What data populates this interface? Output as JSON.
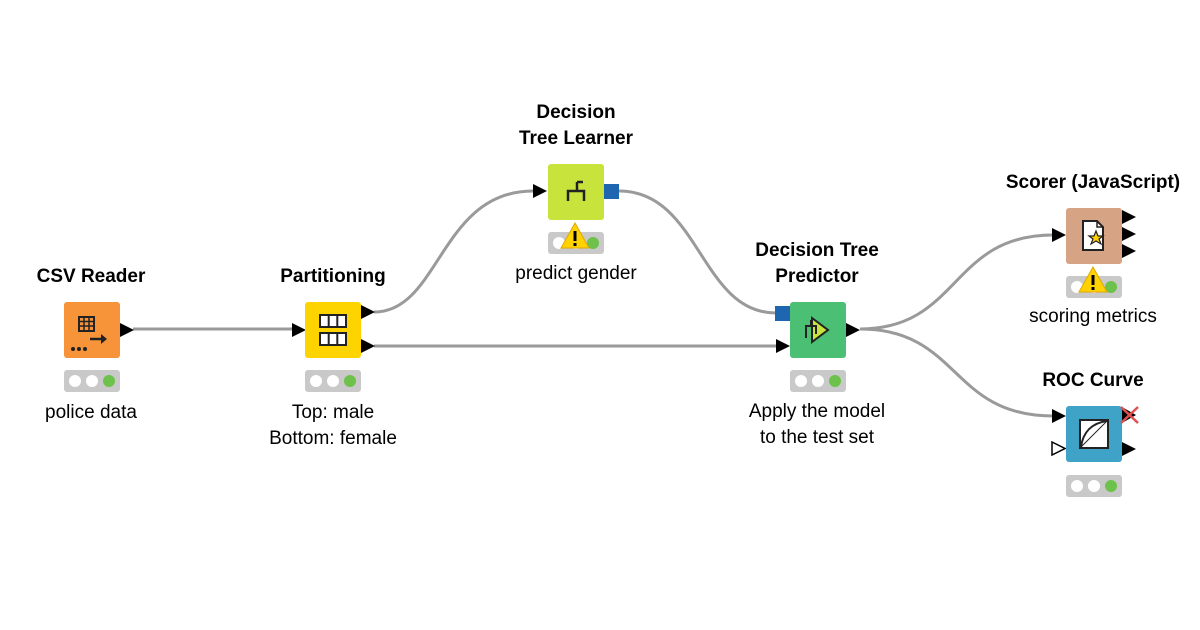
{
  "workflow": {
    "nodes": {
      "csv_reader": {
        "title": "CSV Reader",
        "description": "police data",
        "icon": "csv-reader-icon",
        "color": "#f7943a",
        "status": "executed"
      },
      "partitioning": {
        "title": "Partitioning",
        "description_line1": "Top: male",
        "description_line2": "Bottom: female",
        "icon": "partitioning-icon",
        "color": "#fdd400",
        "status": "executed"
      },
      "dt_learner": {
        "title_line1": "Decision",
        "title_line2": "Tree Learner",
        "description": "predict gender",
        "icon": "decision-tree-icon",
        "color": "#c7e33c",
        "status": "executed-with-warning"
      },
      "dt_predictor": {
        "title_line1": "Decision Tree",
        "title_line2": "Predictor",
        "description_line1": "Apply the model",
        "description_line2": "to the test set",
        "icon": "predictor-icon",
        "color": "#4bbf73",
        "status": "executed"
      },
      "scorer": {
        "title": "Scorer (JavaScript)",
        "description": "scoring metrics",
        "icon": "scorer-icon",
        "color": "#d6a385",
        "status": "executed-with-warning"
      },
      "roc_curve": {
        "title": "ROC Curve",
        "icon": "roc-curve-icon",
        "color": "#3fa3c8",
        "status": "executed"
      }
    },
    "colors": {
      "wire": "#9a9a9a",
      "model_port": "#1f66b0",
      "status_bg": "#c9c9c9",
      "status_green": "#6cc24a"
    }
  }
}
